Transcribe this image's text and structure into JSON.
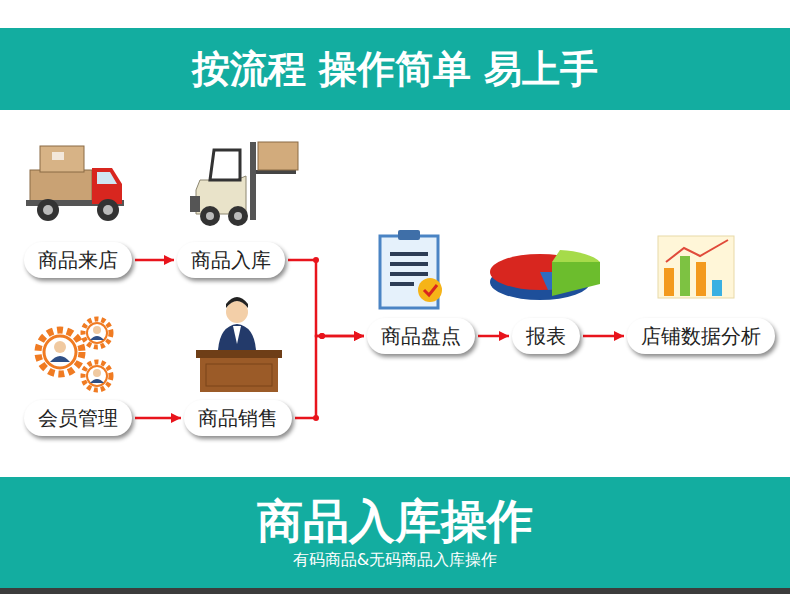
{
  "diagram": {
    "title": "按流程 操作简单 易上手",
    "nodes": [
      {
        "text": [
          "商品来店"
        ]
      },
      {
        "text": [
          "商品入库"
        ]
      },
      {
        "text": [
          "会员管理"
        ]
      },
      {
        "text": [
          "商品销售"
        ]
      },
      {
        "text": [
          "商品盘点"
        ]
      },
      {
        "text": [
          "报表"
        ]
      },
      {
        "text": [
          "店铺数据分析"
        ]
      },
      {
        "text": [
          "商品入库操作",
          "有码商品&无码商品入库操作"
        ]
      }
    ],
    "edges": [
      {
        "from": 0,
        "to": 1,
        "arrow": "to"
      },
      {
        "from": 2,
        "to": 3,
        "arrow": "to"
      },
      {
        "from": 1,
        "to": 4,
        "arrow": "to"
      },
      {
        "from": 3,
        "to": 4,
        "arrow": "to"
      },
      {
        "from": 4,
        "to": 5,
        "arrow": "to"
      },
      {
        "from": 5,
        "to": 6,
        "arrow": "to"
      }
    ]
  }
}
